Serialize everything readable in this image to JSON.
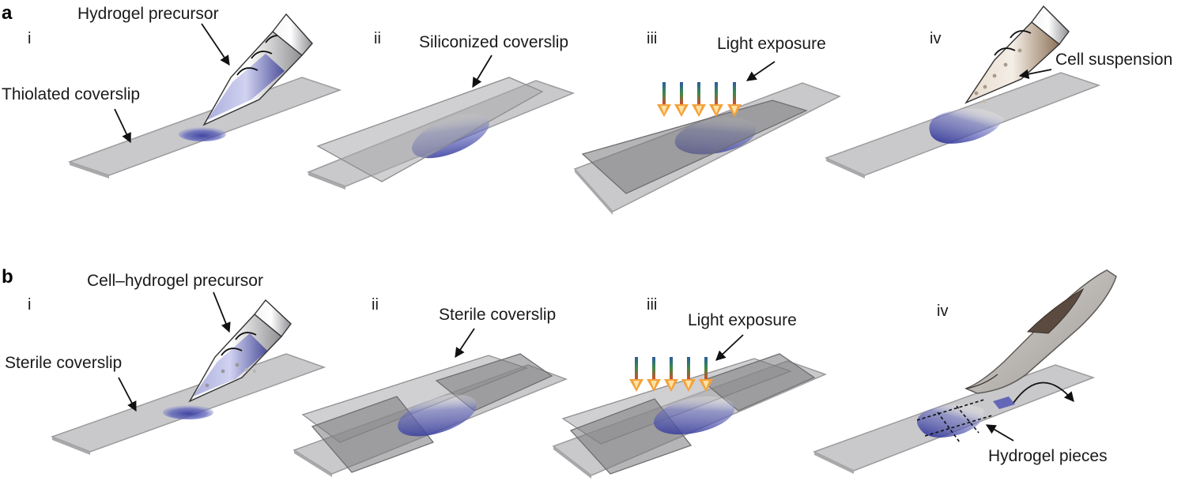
{
  "panels": {
    "a": {
      "letter": "a",
      "steps": [
        "i",
        "ii",
        "iii",
        "iv"
      ],
      "labels": {
        "hydrogel_precursor": "Hydrogel precursor",
        "thiolated_coverslip": "Thiolated coverslip",
        "siliconized_coverslip": "Siliconized coverslip",
        "light_exposure": "Light exposure",
        "cell_suspension": "Cell suspension"
      }
    },
    "b": {
      "letter": "b",
      "steps": [
        "i",
        "ii",
        "iii",
        "iv"
      ],
      "labels": {
        "cell_hydrogel_precursor": "Cell–hydrogel precursor",
        "sterile_coverslip_1": "Sterile coverslip",
        "sterile_coverslip_2": "Sterile coverslip",
        "light_exposure": "Light exposure",
        "hydrogel_pieces": "Hydrogel pieces"
      }
    }
  },
  "colors": {
    "hydrogel": "#3a3fa0",
    "slide": "#c9c9cb",
    "slide_stroke": "#9c9c9e",
    "light_arrow_top": "#2c5aa0",
    "light_arrow_mid": "#3a8a4a",
    "light_arrow_bottom": "#e0482a",
    "arrowhead": "#f4a23a",
    "cell_suspension": "#b89a80"
  },
  "icons": [
    "pipette-icon",
    "scalpel-icon",
    "light-arrow-icon"
  ]
}
